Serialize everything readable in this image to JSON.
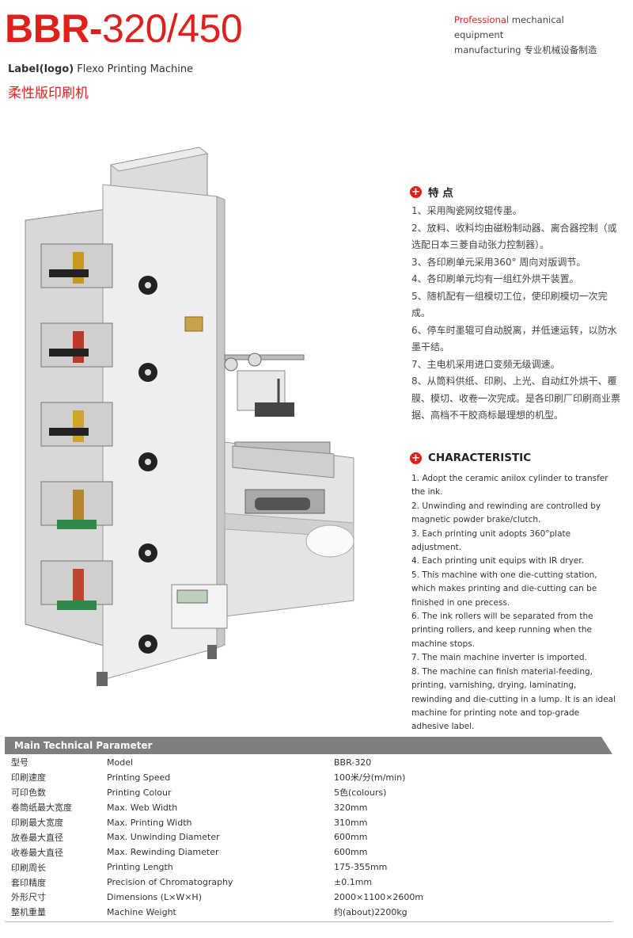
{
  "header": {
    "title_bold": "BBR-",
    "title_rest": "320/450",
    "subtitle_en_bold": "Label(logo)",
    "subtitle_en_rest": "Flexo Printing Machine",
    "subtitle_cn": "柔性版印刷机",
    "tagline_red": "Professional",
    "tagline_line1": "mechanical equipment",
    "tagline_line2": "manufacturing   专业机械设备制造"
  },
  "features_cn": {
    "heading": "特 点",
    "items": [
      "1、采用陶瓷网纹辊传墨。",
      "2、放料、收料均由磁粉制动器、离合器控制（或选配日本三菱自动张力控制器）。",
      "3、各印刷单元采用360° 周向对版调节。",
      "4、各印刷单元均有一组红外烘干装置。",
      "5、随机配有一组模切工位，使印刷模切一次完成。",
      "6、停车时墨辊可自动脱离，并低速运转，以防水墨干结。",
      "7、主电机采用进口变频无级调速。",
      "8、从筒料供纸、印刷、上光、自动红外烘干、覆膜、模切、收卷一次完成。是各印刷厂印刷商业票据、高档不干胶商标最理想的机型。"
    ]
  },
  "characteristic": {
    "heading": "CHARACTERISTIC",
    "items": [
      "1. Adopt the ceramic anilox cylinder to transfer the ink.",
      "2. Unwinding and rewinding are controlled by magnetic powder brake/clutch.",
      "3. Each printing unit adopts 360°plate adjustment.",
      "4. Each printing unit equips with IR dryer.",
      "5. This machine with one die-cutting station, which makes printing and die-cutting can be finished in one precess.",
      "6. The ink rollers will be separated from the printing rollers, and keep running when the machine stops.",
      "7. The main machine inverter is imported.",
      "8. The machine can finish material-feeding, printing, varnishing, drying, laminating, rewinding and die-cutting in a lump. It is an ideal machine for printing note and top-grade adhesive label."
    ]
  },
  "parameters": {
    "heading": "Main Technical Parameter",
    "rows": [
      [
        "型号",
        "Model",
        "BBR-320"
      ],
      [
        "印刷速度",
        "Printing Speed",
        "100米/分(m/min)"
      ],
      [
        "可印色数",
        "Printing Colour",
        "5色(colours)"
      ],
      [
        "卷筒纸最大宽度",
        "Max. Web Width",
        "320mm"
      ],
      [
        "印刷最大宽度",
        "Max. Printing Width",
        "310mm"
      ],
      [
        "放卷最大直径",
        "Max. Unwinding Diameter",
        "600mm"
      ],
      [
        "收卷最大直径",
        "Max. Rewinding Diameter",
        "600mm"
      ],
      [
        "印刷周长",
        "Printing Length",
        "175-355mm"
      ],
      [
        "套印精度",
        "Precision of Chromatography",
        "±0.1mm"
      ],
      [
        "外形尺寸",
        "Dimensions (L×W×H)",
        "2000×1100×2600m"
      ],
      [
        "整机重量",
        "Machine Weight",
        "约(about)2200kg"
      ]
    ]
  },
  "colors": {
    "accent": "#e0201b",
    "bar": "#7f7f7f"
  }
}
